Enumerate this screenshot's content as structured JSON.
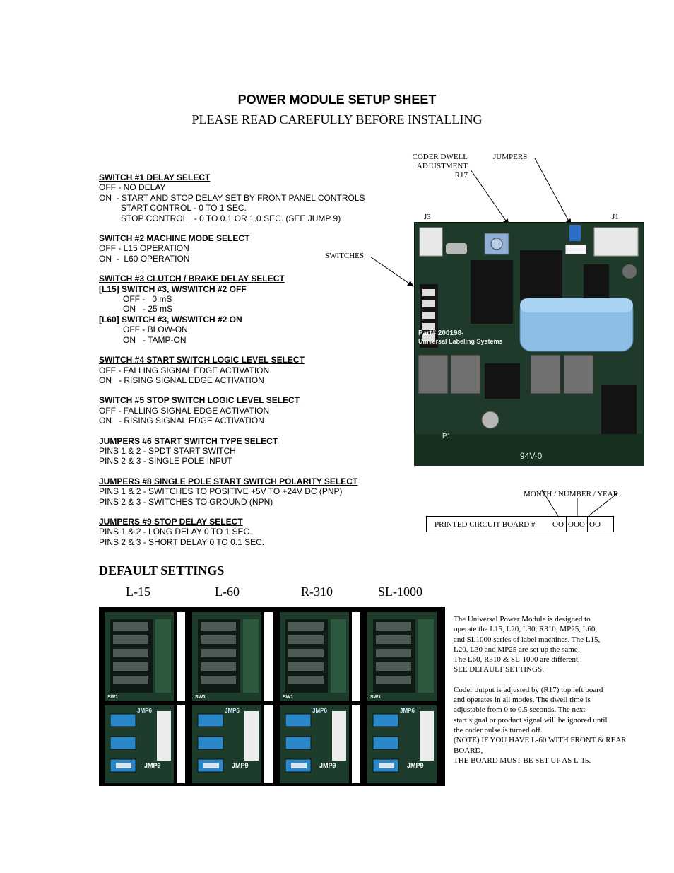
{
  "header": {
    "title": "POWER MODULE SETUP SHEET",
    "subtitle": "PLEASE READ CAREFULLY BEFORE INSTALLING"
  },
  "sections": {
    "s1": {
      "heading": "SWITCH #1 DELAY SELECT",
      "off": "OFF - NO DELAY",
      "on": "ON  - START AND STOP DELAY SET BY FRONT PANEL CONTROLS",
      "start": "START CONTROL - 0 TO 1 SEC.",
      "stop": "STOP CONTROL   - 0 TO 0.1 OR 1.0 SEC. (SEE JUMP 9)"
    },
    "s2": {
      "heading": "SWITCH #2 MACHINE MODE SELECT",
      "off": "OFF - L15 OPERATION",
      "on": "ON  -  L60 OPERATION"
    },
    "s3": {
      "heading": "SWITCH #3 CLUTCH / BRAKE DELAY SELECT",
      "l15_head": "[L15] SWITCH #3, W/SWITCH #2 OFF",
      "l15_off": "OFF -   0 mS",
      "l15_on": "ON   - 25 mS",
      "l60_head": "[L60] SWITCH #3, W/SWITCH #2 ON",
      "l60_off": "OFF - BLOW-ON",
      "l60_on": "ON   - TAMP-ON"
    },
    "s4": {
      "heading": "SWITCH #4 START SWITCH LOGIC LEVEL SELECT",
      "off": "OFF - FALLING SIGNAL EDGE ACTIVATION",
      "on": "ON   - RISING SIGNAL EDGE ACTIVATION"
    },
    "s5": {
      "heading": "SWITCH #5 STOP SWITCH LOGIC LEVEL SELECT",
      "off": "OFF - FALLING SIGNAL EDGE ACTIVATION",
      "on": "ON   - RISING SIGNAL EDGE ACTIVATION"
    },
    "j6": {
      "heading": "JUMPERS #6 START SWITCH TYPE SELECT",
      "p12": "PINS 1 & 2 - SPDT START SWITCH",
      "p23": "PINS 2 & 3 - SINGLE POLE INPUT"
    },
    "j8": {
      "heading": "JUMPERS #8 SINGLE POLE START SWITCH POLARITY SELECT",
      "p12": "PINS 1 & 2 - SWITCHES TO POSITIVE +5V TO +24V DC (PNP)",
      "p23": "PINS 2 & 3 - SWITCHES TO GROUND (NPN)"
    },
    "j9": {
      "heading": "JUMPERS #9 STOP DELAY SELECT",
      "p12": "PINS 1 & 2 - LONG DELAY 0 TO 1 SEC.",
      "p23": "PINS 2 & 3 - SHORT DELAY 0 TO 0.1 SEC."
    }
  },
  "board_labels": {
    "coder_1": "CODER DWELL",
    "coder_2": "ADJUSTMENT",
    "coder_3": "R17",
    "jumpers": "JUMPERS",
    "j3": "J3",
    "j1": "J1",
    "switches": "SWITCHES",
    "silk_part": "Part# 200198-",
    "silk_company": "Universal Labeling Systems",
    "silk_code": "94V-0",
    "silk_p1": "P1"
  },
  "pcb": {
    "month_label": "MONTH / NUMBER / YEAR",
    "label": "PRINTED CIRCUIT BOARD #",
    "seg1": "OO",
    "seg2": "OOO",
    "seg3": "OO"
  },
  "defaults": {
    "heading": "DEFAULT SETTINGS",
    "models": [
      "L-15",
      "L-60",
      "R-310",
      "SL-1000"
    ],
    "sw_label": "SW1",
    "jmp_label": "JMP6",
    "jmp9_label": "JMP9"
  },
  "description": {
    "p1": [
      "The Universal Power Module is designed to",
      "operate the L15, L20, L30, R310, MP25, L60,",
      "and SL1000 series of label machines.  The L15,",
      "L20, L30 and MP25 are set up the same!",
      "The L60, R310 & SL-1000 are different,",
      "SEE DEFAULT SETTINGS."
    ],
    "p2": [
      "Coder output is adjusted by (R17) top left board",
      "and operates in all modes.  The dwell time is",
      "adjustable from 0 to 0.5 seconds.  The next",
      "start signal or product signal will be ignored until",
      "the coder pulse is turned off.",
      "(NOTE) IF YOU HAVE L-60 WITH FRONT & REAR",
      "BOARD,",
      "THE BOARD MUST BE SET UP AS L-15."
    ]
  }
}
